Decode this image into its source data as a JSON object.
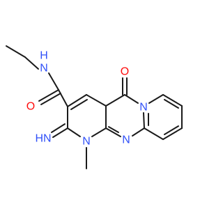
{
  "molecule": {
    "atom_labels": {
      "nh_amide": "N",
      "nh_amide_h": "H",
      "carbonyl_o_amide": "O",
      "carbonyl_o_ring": "O",
      "n_bridge": "N",
      "n_ring_right": "N",
      "n_methyl": "N",
      "imine_hn": "HN"
    },
    "colors": {
      "nitrogen": "#3050f8",
      "oxygen": "#ff0d0d",
      "bond": "#1a1a1a"
    }
  }
}
